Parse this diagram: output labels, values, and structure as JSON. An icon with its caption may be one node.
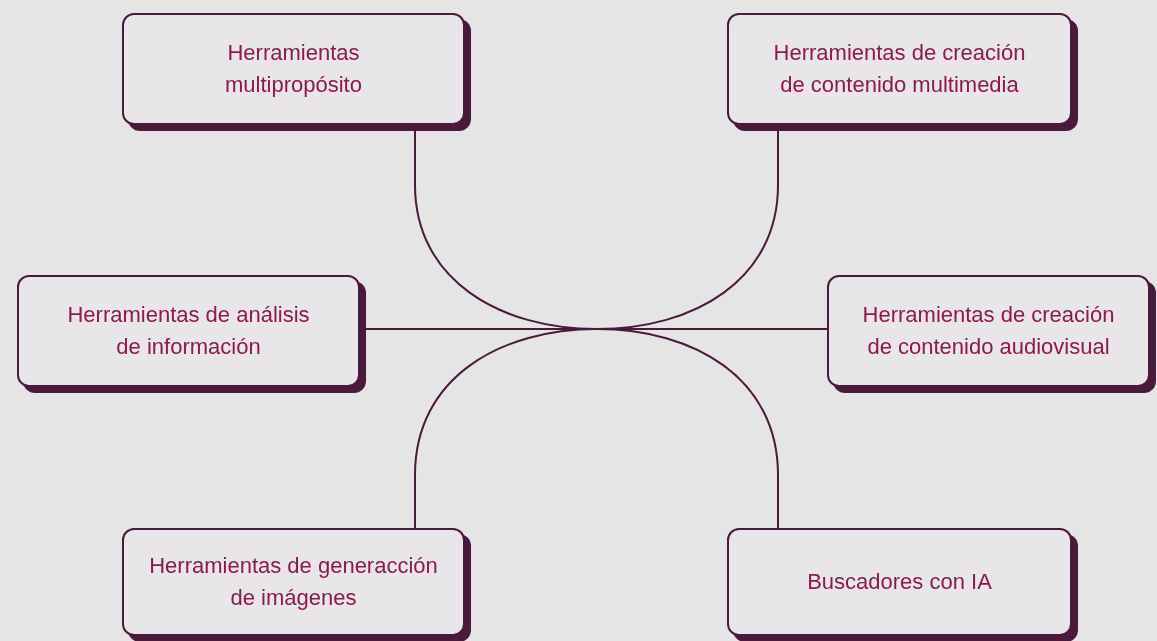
{
  "diagram": {
    "nodes": [
      {
        "text": [
          "Herramientas multipropósito"
        ]
      },
      {
        "text": [
          "Herramientas de creación de contenido multimedia"
        ]
      },
      {
        "text": [
          "Herramientas de análisis de información"
        ]
      },
      {
        "text": [
          "Herramientas de creación de contenido audiovisual"
        ]
      },
      {
        "text": [
          "Herramientas de generacción de imágenes"
        ]
      },
      {
        "text": [
          "Buscadores con IA"
        ]
      }
    ],
    "edges": [
      {
        "from": 0,
        "to": 1,
        "arrow": "none"
      },
      {
        "from": 2,
        "to": 3,
        "arrow": "none"
      },
      {
        "from": 4,
        "to": 5,
        "arrow": "none"
      }
    ]
  }
}
